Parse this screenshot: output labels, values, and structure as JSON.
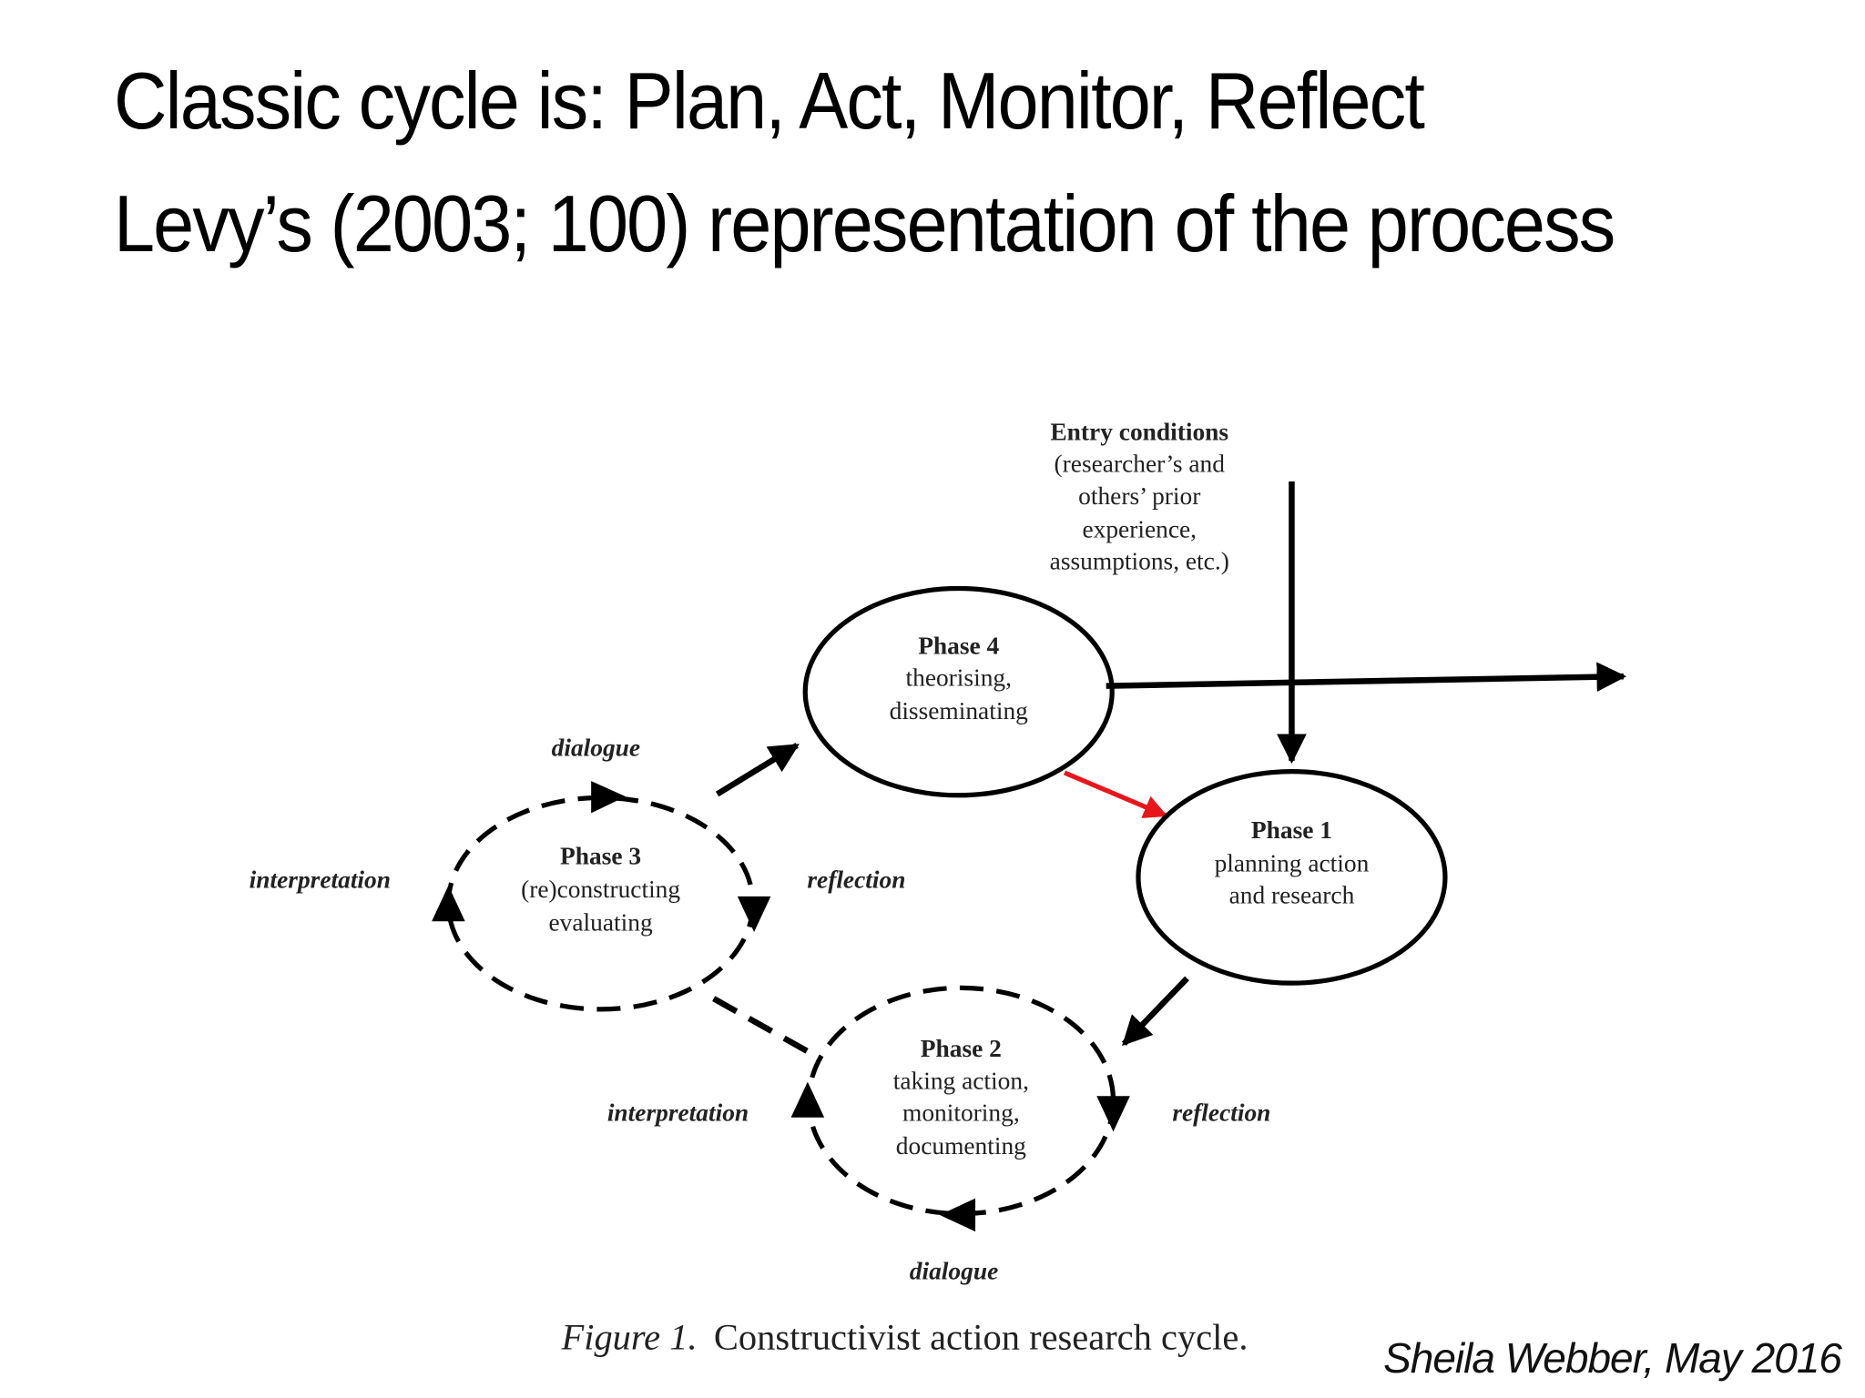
{
  "slide": {
    "title_line1": "Classic cycle is: Plan, Act, Monitor, Reflect",
    "title_line2": "Levy’s (2003; 100) representation of the process",
    "signature": "Sheila Webber, May 2016"
  },
  "diagram": {
    "entry": {
      "heading": "Entry conditions",
      "lines": [
        "(researcher’s and",
        "others’ prior",
        "experience,",
        "assumptions, etc.)"
      ]
    },
    "phase4": {
      "title": "Phase 4",
      "lines": [
        "theorising,",
        "disseminating"
      ]
    },
    "phase1": {
      "title": "Phase 1",
      "lines": [
        "planning action",
        "and research"
      ]
    },
    "phase2": {
      "title": "Phase 2",
      "lines": [
        "taking action,",
        "monitoring,",
        "documenting"
      ]
    },
    "phase3": {
      "title": "Phase 3",
      "lines": [
        "(re)constructing",
        "evaluating"
      ]
    },
    "labels": {
      "p3_dialogue": "dialogue",
      "p3_interpretation": "interpretation",
      "p3_reflection": "reflection",
      "p2_interpretation": "interpretation",
      "p2_reflection": "reflection",
      "p2_dialogue": "dialogue"
    },
    "caption": {
      "figure": "Figure 1.",
      "text": "Constructivist action research cycle."
    },
    "highlight_color": "#e8161b"
  }
}
